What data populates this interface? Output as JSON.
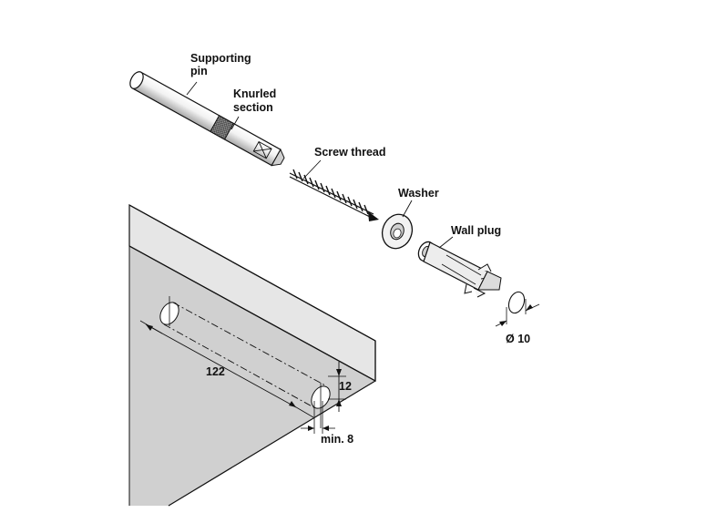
{
  "labels": {
    "supporting_pin_line1": "Supporting",
    "supporting_pin_line2": "pin",
    "knurled_line1": "Knurled",
    "knurled_line2": "section",
    "screw_thread": "Screw thread",
    "washer": "Washer",
    "wall_plug": "Wall plug",
    "diameter": "Ø 10"
  },
  "dimensions": {
    "length": "122",
    "height": "12",
    "min_depth": "min. 8"
  },
  "colors": {
    "shelf_face": "#cfcfcf",
    "shelf_edge": "#e8e8e8",
    "outline": "#111111",
    "pin_shade": "#bdbdbd"
  }
}
